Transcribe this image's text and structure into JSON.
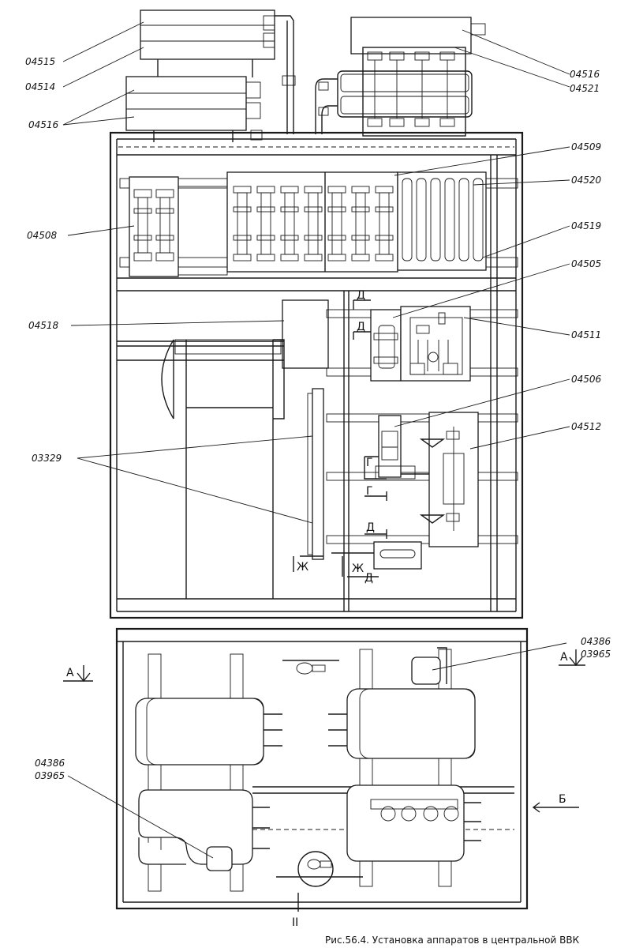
{
  "caption": "Рис.56.4. Установка аппаратов в центральной ВВК",
  "labels": {
    "l04515": "04515",
    "l04514": "04514",
    "l04516a": "04516",
    "l04516b": "04516",
    "l04521": "04521",
    "l04509": "04509",
    "l04520": "04520",
    "l04508": "04508",
    "l04519": "04519",
    "l04505": "04505",
    "l04518": "04518",
    "l04511": "04511",
    "l04506": "04506",
    "l04512": "04512",
    "l03329": "03329",
    "l04386a": "04386",
    "l03965a": "03965",
    "l04386b": "04386",
    "l03965b": "03965"
  },
  "section_marks": {
    "a_left": "А",
    "a_right": "А",
    "b": "Б",
    "d_top1": "Д",
    "d_top2": "Д",
    "g_1": "Г",
    "g_2": "Г",
    "d_mid": "Д",
    "zh_left": "Ж",
    "zh_right": "Ж",
    "d_low": "Д",
    "ii": "II"
  }
}
